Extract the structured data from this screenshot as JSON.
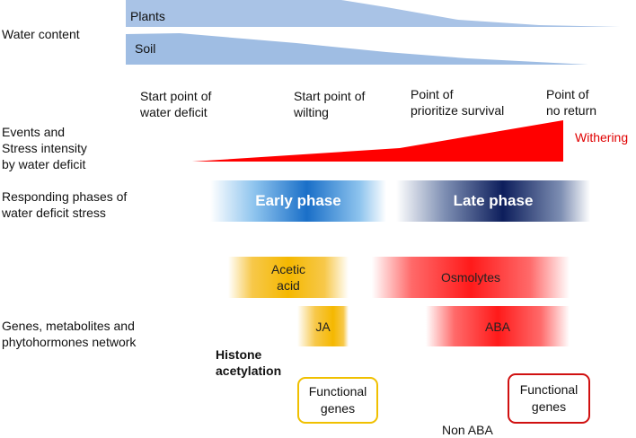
{
  "row_labels": {
    "water_content": "Water content",
    "events": "Events and\nStress intensity\nby water deficit",
    "phases": "Responding phases of\nwater deficit stress",
    "network": "Genes, metabolites and\nphytohormones network"
  },
  "water_content": {
    "plants": "Plants",
    "soil": "Soil",
    "color": "#9fbde3"
  },
  "stages": [
    "Start point of\nwater deficit",
    "Start point of\nwilting",
    "Point of\nprioritize survival",
    "Point of\nno return"
  ],
  "withering": {
    "label": "Withering",
    "color": "#ff0000"
  },
  "phases": {
    "early": "Early phase",
    "late": "Late phase"
  },
  "metabolites": {
    "acetic_acid": "Acetic\nacid",
    "osmolytes": "Osmolytes",
    "ja": "JA",
    "aba": "ABA",
    "yellow": "#f5b800",
    "red": "#ff1a1a"
  },
  "histone": "Histone\nacetylation",
  "functional_genes_left": "Functional\ngenes",
  "functional_genes_right": "Functional\ngenes",
  "non_aba": "Non ABA"
}
